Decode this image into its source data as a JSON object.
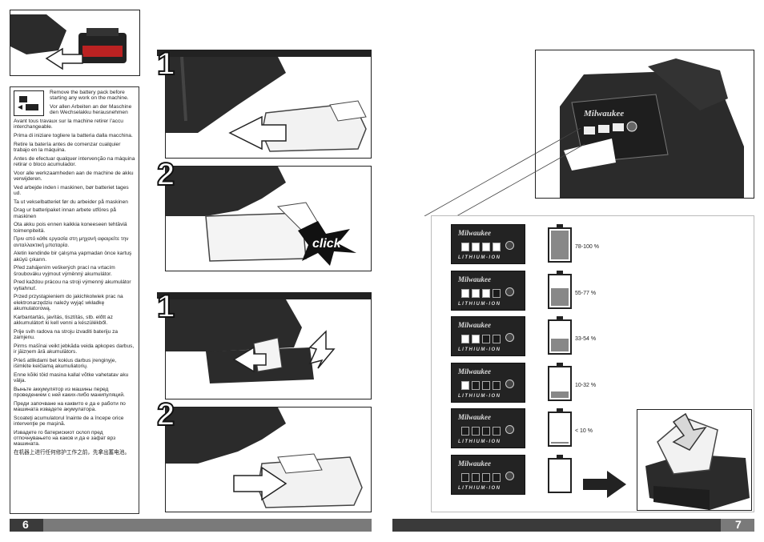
{
  "pages": {
    "left_number": "6",
    "right_number": "7"
  },
  "warning_texts": [
    "Remove the battery pack before starting any work on the machine.",
    "Vor allen Arbeiten an der Maschine den Wechselakku herausnehmen",
    "Avant tous travaux sur la machine retirer l’accu interchangeable.",
    "Prima di iniziare togliere la batteria dalla macchina.",
    "Retire la batería antes de comenzar cualquier trabajo en la máquina.",
    "Antes de efectuar qualquer intervenção na máquina retirar o bloco acumulador.",
    "Voor alle werkzaamheden aan de machine de akku verwijderen.",
    "Ved arbejde inden i maskinen, bør batteriet tages ud.",
    "Ta ut vekselbatteriet før du arbeider på maskinen",
    "Drag ur batteripaket innan arbete utföres på maskinen",
    "Ota akku pois ennen kaikkia koneeseen tehtäviä toimenpiteitä.",
    "Πριν από κάθε εργασία στη μηχανή αφαιρείτε την ανταλλακτική μπαταρία.",
    "Aletin kendinde bir çalışma yapmadan önce kartuş aküyü çıkarın.",
    "Před zahájením veškerých prací na vrtacím šroubováku vyjmout výměnný akumulátor.",
    "Pred každou prácou na stroji výmenný akumulátor vytiahnuť.",
    "Przed przystąpieniem do jakichkolwiek prac na elektronarzędziu należy wyjąć wkładkę akumulatorową.",
    "Karbantartás, javítás, tisztítás, stb. előtt az akkumulátort ki kell venni a készülékből.",
    "Prije svih radova na stroju izvaditi bateriju za zamjenu.",
    "Pirms mašīnai veikt jebkāda veida apkopes darbus, ir jāizņem ārā akumulātors.",
    "Prieš atlikdami bet kokius darbus įrenginyje, išimkite keičiamą akumuliatorių.",
    "Enne kõiki töid masina kallal võtke vahetatav aku välja.",
    "Выньте аккумулятор из машины перед проведением с ней каких-либо манипуляций.",
    "Преди започване на каквито е да е работи по машината извадете акумулатора.",
    "Scoateţi acumulatorul înainte de a începe orice intervenţie pe maşină.",
    "Извадете го батерискиот склоп пред отпочнувањето на каков и да е зафат врз машината.",
    "在机器上进行任何修护工作之前，先拿出蓄电池。"
  ],
  "steps": {
    "s1a": "1",
    "s2a": "2",
    "s1b": "1",
    "s2b": "2",
    "click": "click"
  },
  "charge_levels": [
    {
      "label": "78-100 %",
      "leds": 4,
      "fill": 1.0
    },
    {
      "label": "55-77 %",
      "leds": 3,
      "fill": 0.62
    },
    {
      "label": "33-54 %",
      "leds": 2,
      "fill": 0.44
    },
    {
      "label": "10-32 %",
      "leds": 1,
      "fill": 0.22
    },
    {
      "label": "< 10 %",
      "leds": 0,
      "fill": 0.06
    },
    {
      "label": "",
      "leds": 0,
      "fill": 0.0
    }
  ],
  "card": {
    "brand": "Milwaukee",
    "chem": "LITHIUM-ION"
  },
  "colors": {
    "ink": "#222222",
    "tool": "#2b2b2b",
    "battery_fill": "#888888"
  }
}
